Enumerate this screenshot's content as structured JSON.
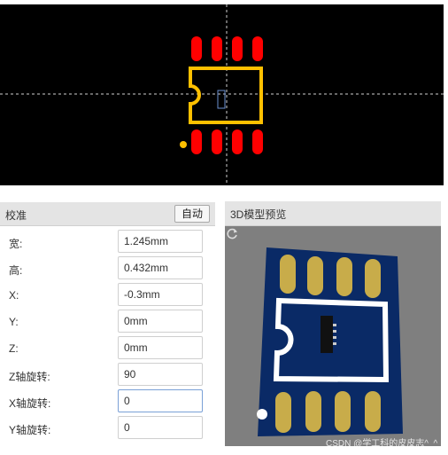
{
  "calibration": {
    "title": "校准",
    "auto_button": "自动",
    "fields": [
      {
        "label": "宽:",
        "value": "1.245mm"
      },
      {
        "label": "高:",
        "value": "0.432mm"
      },
      {
        "label": "X:",
        "value": "-0.3mm"
      },
      {
        "label": "Y:",
        "value": "0mm"
      },
      {
        "label": "Z:",
        "value": "0mm"
      },
      {
        "label": "Z轴旋转:",
        "value": "90"
      },
      {
        "label": "X轴旋转:",
        "value": "0"
      },
      {
        "label": "Y轴旋转:",
        "value": "0"
      }
    ]
  },
  "preview": {
    "title": "3D模型预览",
    "watermark": "CSDN @学工科的皮皮志^_^",
    "rotate_icon": "rotate-icon"
  },
  "colors": {
    "pad_red": "#ff0000",
    "outline_yellow": "#ffc000",
    "board_blue": "#0a2a66",
    "pad_gold": "#c8ac4a"
  }
}
